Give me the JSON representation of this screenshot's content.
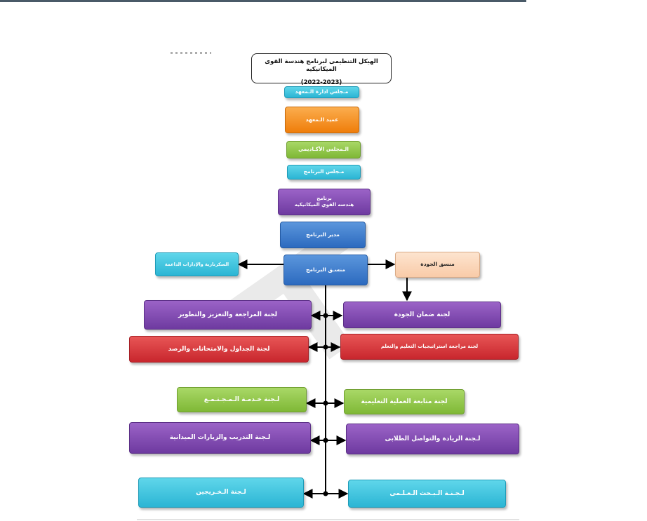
{
  "title": {
    "line1": "الهيكل التنظيمى لبرنامج هندسة القوى الميكانيكيه",
    "line2": "(2022-2023)"
  },
  "chain": {
    "institute_board": "مـجلس ادارة الـمعهد",
    "institute_dean": "عميد الـمعهد",
    "academic_council": "الـمجلس الأكـاديمي",
    "program_council": "مـجلس البرنامج",
    "program_line1": "برنامج",
    "program_line2": "هندسه القوي الميكانيكيه",
    "program_director": "مدير البرنامج",
    "program_coordinator": "منسـق البرنامج"
  },
  "side": {
    "secretariat": "السكرتارية والإدارات الداعمة",
    "quality_coordinator": "منسق الجودة"
  },
  "committees": {
    "left": [
      "لجنة المراجعة والتعزيز والتطوير",
      "لجنة الجداول والامتحانات والرصد",
      "لـجنة خـدمـة الـمـجـتـمـع",
      "لـجنة التدريب والزيارات الميدانية",
      "لـجنة الـخـريجين"
    ],
    "right": [
      "لجنة ضمان الجودة",
      "لجنة مراجعة استراتيجيات التعليم والتعلم",
      "لجنة متابعة العملية التعليمية",
      "لـجنة الريادة والتواصل الطلابى",
      "لـجـنـة الـبـحث الـعـلـمى"
    ]
  },
  "colors": {
    "cyan": "#2bb5d4",
    "orange": "#ef7d0a",
    "green": "#7fb836",
    "purple": "#6e3aa0",
    "blue": "#2c6abf",
    "peach": "#f9cba8",
    "red": "#c8262d"
  }
}
